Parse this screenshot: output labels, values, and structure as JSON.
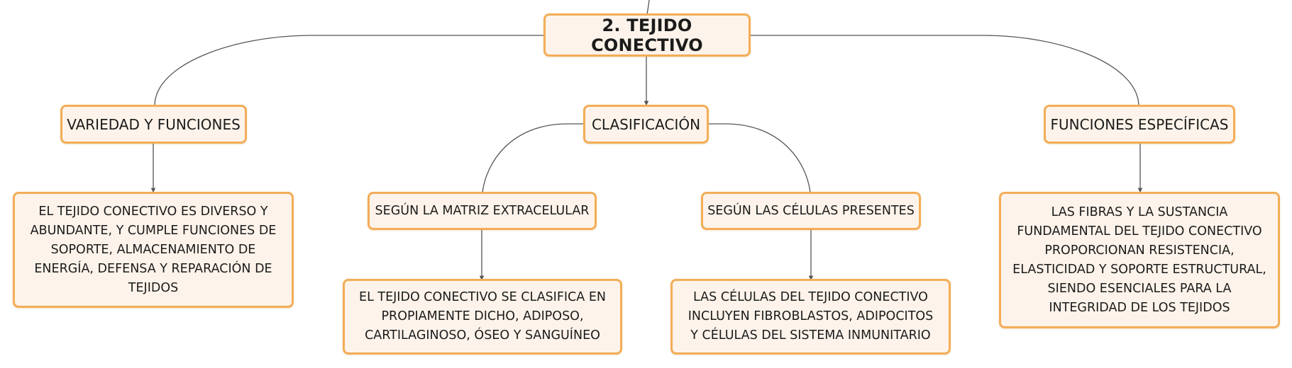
{
  "root": {
    "label": "2. TEJIDO CONECTIVO"
  },
  "branches": {
    "variedad": {
      "label": "VARIEDAD Y FUNCIONES",
      "detail": "EL TEJIDO CONECTIVO ES DIVERSO Y ABUNDANTE, Y CUMPLE FUNCIONES DE SOPORTE, ALMACENAMIENTO DE ENERGÍA, DEFENSA Y REPARACIÓN DE TEJIDOS"
    },
    "clasificacion": {
      "label": "CLASIFICACIÓN",
      "matriz": {
        "label": "SEGÚN LA MATRIZ EXTRACELULAR",
        "detail": "EL TEJIDO CONECTIVO SE CLASIFICA EN PROPIAMENTE DICHO, ADIPOSO, CARTILAGINOSO, ÓSEO Y SANGUÍNEO"
      },
      "celulas": {
        "label": "SEGÚN LAS CÉLULAS PRESENTES",
        "detail": "LAS CÉLULAS DEL TEJIDO CONECTIVO INCLUYEN FIBROBLASTOS, ADIPOCITOS Y CÉLULAS DEL SISTEMA INMUNITARIO"
      }
    },
    "funciones": {
      "label": "FUNCIONES ESPECÍFICAS",
      "detail": "LAS FIBRAS Y LA SUSTANCIA FUNDAMENTAL DEL TEJIDO CONECTIVO PROPORCIONAN RESISTENCIA, ELASTICIDAD Y SOPORTE ESTRUCTURAL, SIENDO ESENCIALES PARA LA INTEGRIDAD DE LOS TEJIDOS"
    }
  },
  "colors": {
    "node_fill": "#fdf3ea",
    "node_border": "#f3ad57",
    "connector": "#555555"
  }
}
